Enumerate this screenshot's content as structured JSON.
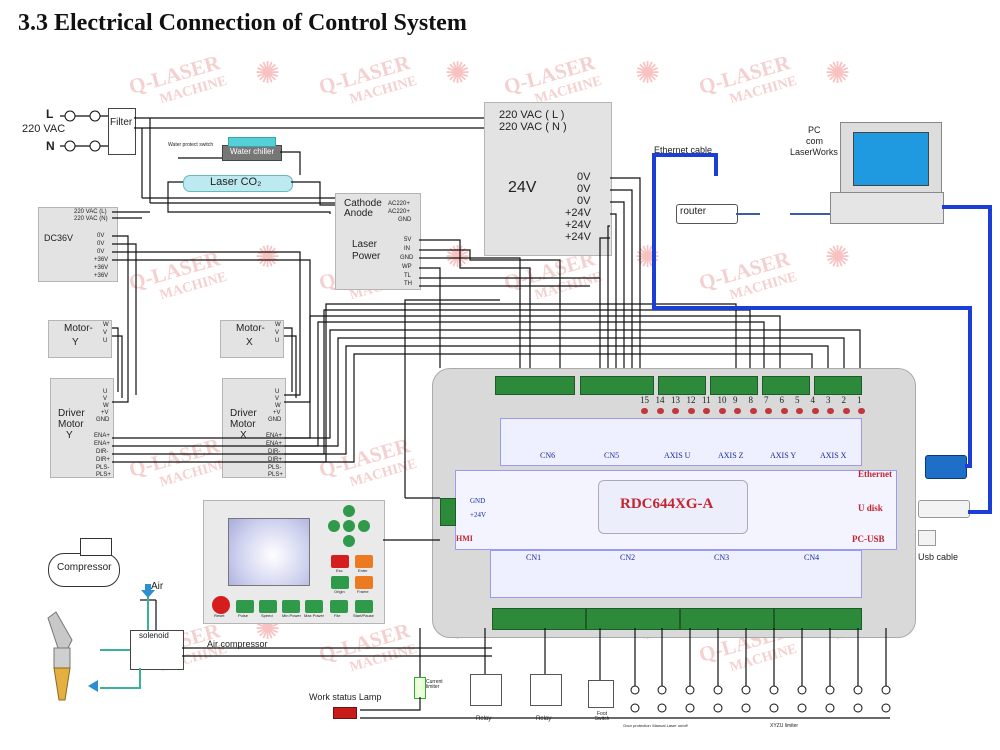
{
  "title": "3.3 Electrical Connection of Control System",
  "watermark": {
    "line1": "Q-LASER",
    "line2": "MACHINE"
  },
  "mains": {
    "l": "L",
    "n": "N",
    "voltage": "220 VAC",
    "filter": "Filter"
  },
  "laser": {
    "tube": "Laser CO₂",
    "chiller": "Water chiller",
    "protect_label": "Water protect switch"
  },
  "psu24": {
    "in_l": "220 VAC ( L )",
    "in_n": "220 VAC ( N )",
    "label": "24V",
    "outputs": [
      "0V",
      "0V",
      "0V",
      "+24V",
      "+24V",
      "+24V"
    ]
  },
  "laser_power": {
    "label_line1": "Laser",
    "label_line2": "Power",
    "cathode": "Cathode",
    "anode": "Anode",
    "ac_pins": [
      "AC220+",
      "AC220+",
      "GND"
    ],
    "ctrl_pins": [
      "5V",
      "IN",
      "GND",
      "WP",
      "TL",
      "TH"
    ]
  },
  "dc36": {
    "label": "DC36V",
    "in": [
      "220 VAC (L)",
      "220 VAC (N)"
    ],
    "out": [
      "0V",
      "0V",
      "0V",
      "+36V",
      "+36V",
      "+36V"
    ]
  },
  "motor_y": {
    "line1": "Motor-",
    "line2": "Y",
    "pins": [
      "W",
      "V",
      "U"
    ]
  },
  "motor_x": {
    "line1": "Motor-",
    "line2": "X",
    "pins": [
      "W",
      "V",
      "U"
    ]
  },
  "driver_y": {
    "line1": "Driver",
    "line2": "Motor",
    "line3": "Y",
    "power_pins": [
      "U",
      "V",
      "W",
      "+V",
      "GND"
    ],
    "signal_pins": [
      "ENA+",
      "ENA+",
      "DIR-",
      "DIR+",
      "PLS-",
      "PLS+"
    ]
  },
  "driver_x": {
    "line1": "Driver",
    "line2": "Motor",
    "line3": "X",
    "power_pins": [
      "U",
      "V",
      "W",
      "+V",
      "GND"
    ],
    "signal_pins": [
      "ENA+",
      "ENA+",
      "DIR-",
      "DIR+",
      "PLS-",
      "PLS+"
    ]
  },
  "pc": {
    "line1": "PC",
    "line2": "com",
    "line3": "LaserWorks"
  },
  "ethernet_cable": "Ethernet cable",
  "router": "router",
  "board": {
    "model": "RDC644XG-A",
    "ethernet": "Ethernet",
    "udisk": "U disk",
    "pcusb": "PC-USB",
    "hmi": "HMI",
    "top_numbers": [
      "15",
      "14",
      "13",
      "12",
      "11",
      "10",
      "9",
      "8",
      "7",
      "6",
      "5",
      "4",
      "3",
      "2",
      "1"
    ],
    "top_groups": [
      "CN6",
      "CN5",
      "AXIS U",
      "AXIS Z",
      "AXIS Y",
      "AXIS X"
    ],
    "bottom_groups": [
      "CN1",
      "CN2",
      "CN3",
      "CN4"
    ],
    "hmi_gnd": "GND",
    "hmi_24v": "+24V"
  },
  "usb_cable": "Usb cable",
  "compressor": "Compressor",
  "air": "Air",
  "solenoid": "solenoid",
  "air_compressor": "Air compressor",
  "work_lamp": "Work status Lamp",
  "current_limiter": "Current limiter",
  "relay": "Relay",
  "foot_switch": "Foot Switch",
  "door_protection": "Door protection",
  "manual_laser": "Manual Laser on/off",
  "xyzu_limiter": "XYZU limiter",
  "panel_buttons": [
    "Reset",
    "Pulse",
    "Speed",
    "Min Power",
    "Max Power",
    "File",
    "Start/Pause",
    "Esc",
    "Enter",
    "Origin",
    "Frame"
  ]
}
